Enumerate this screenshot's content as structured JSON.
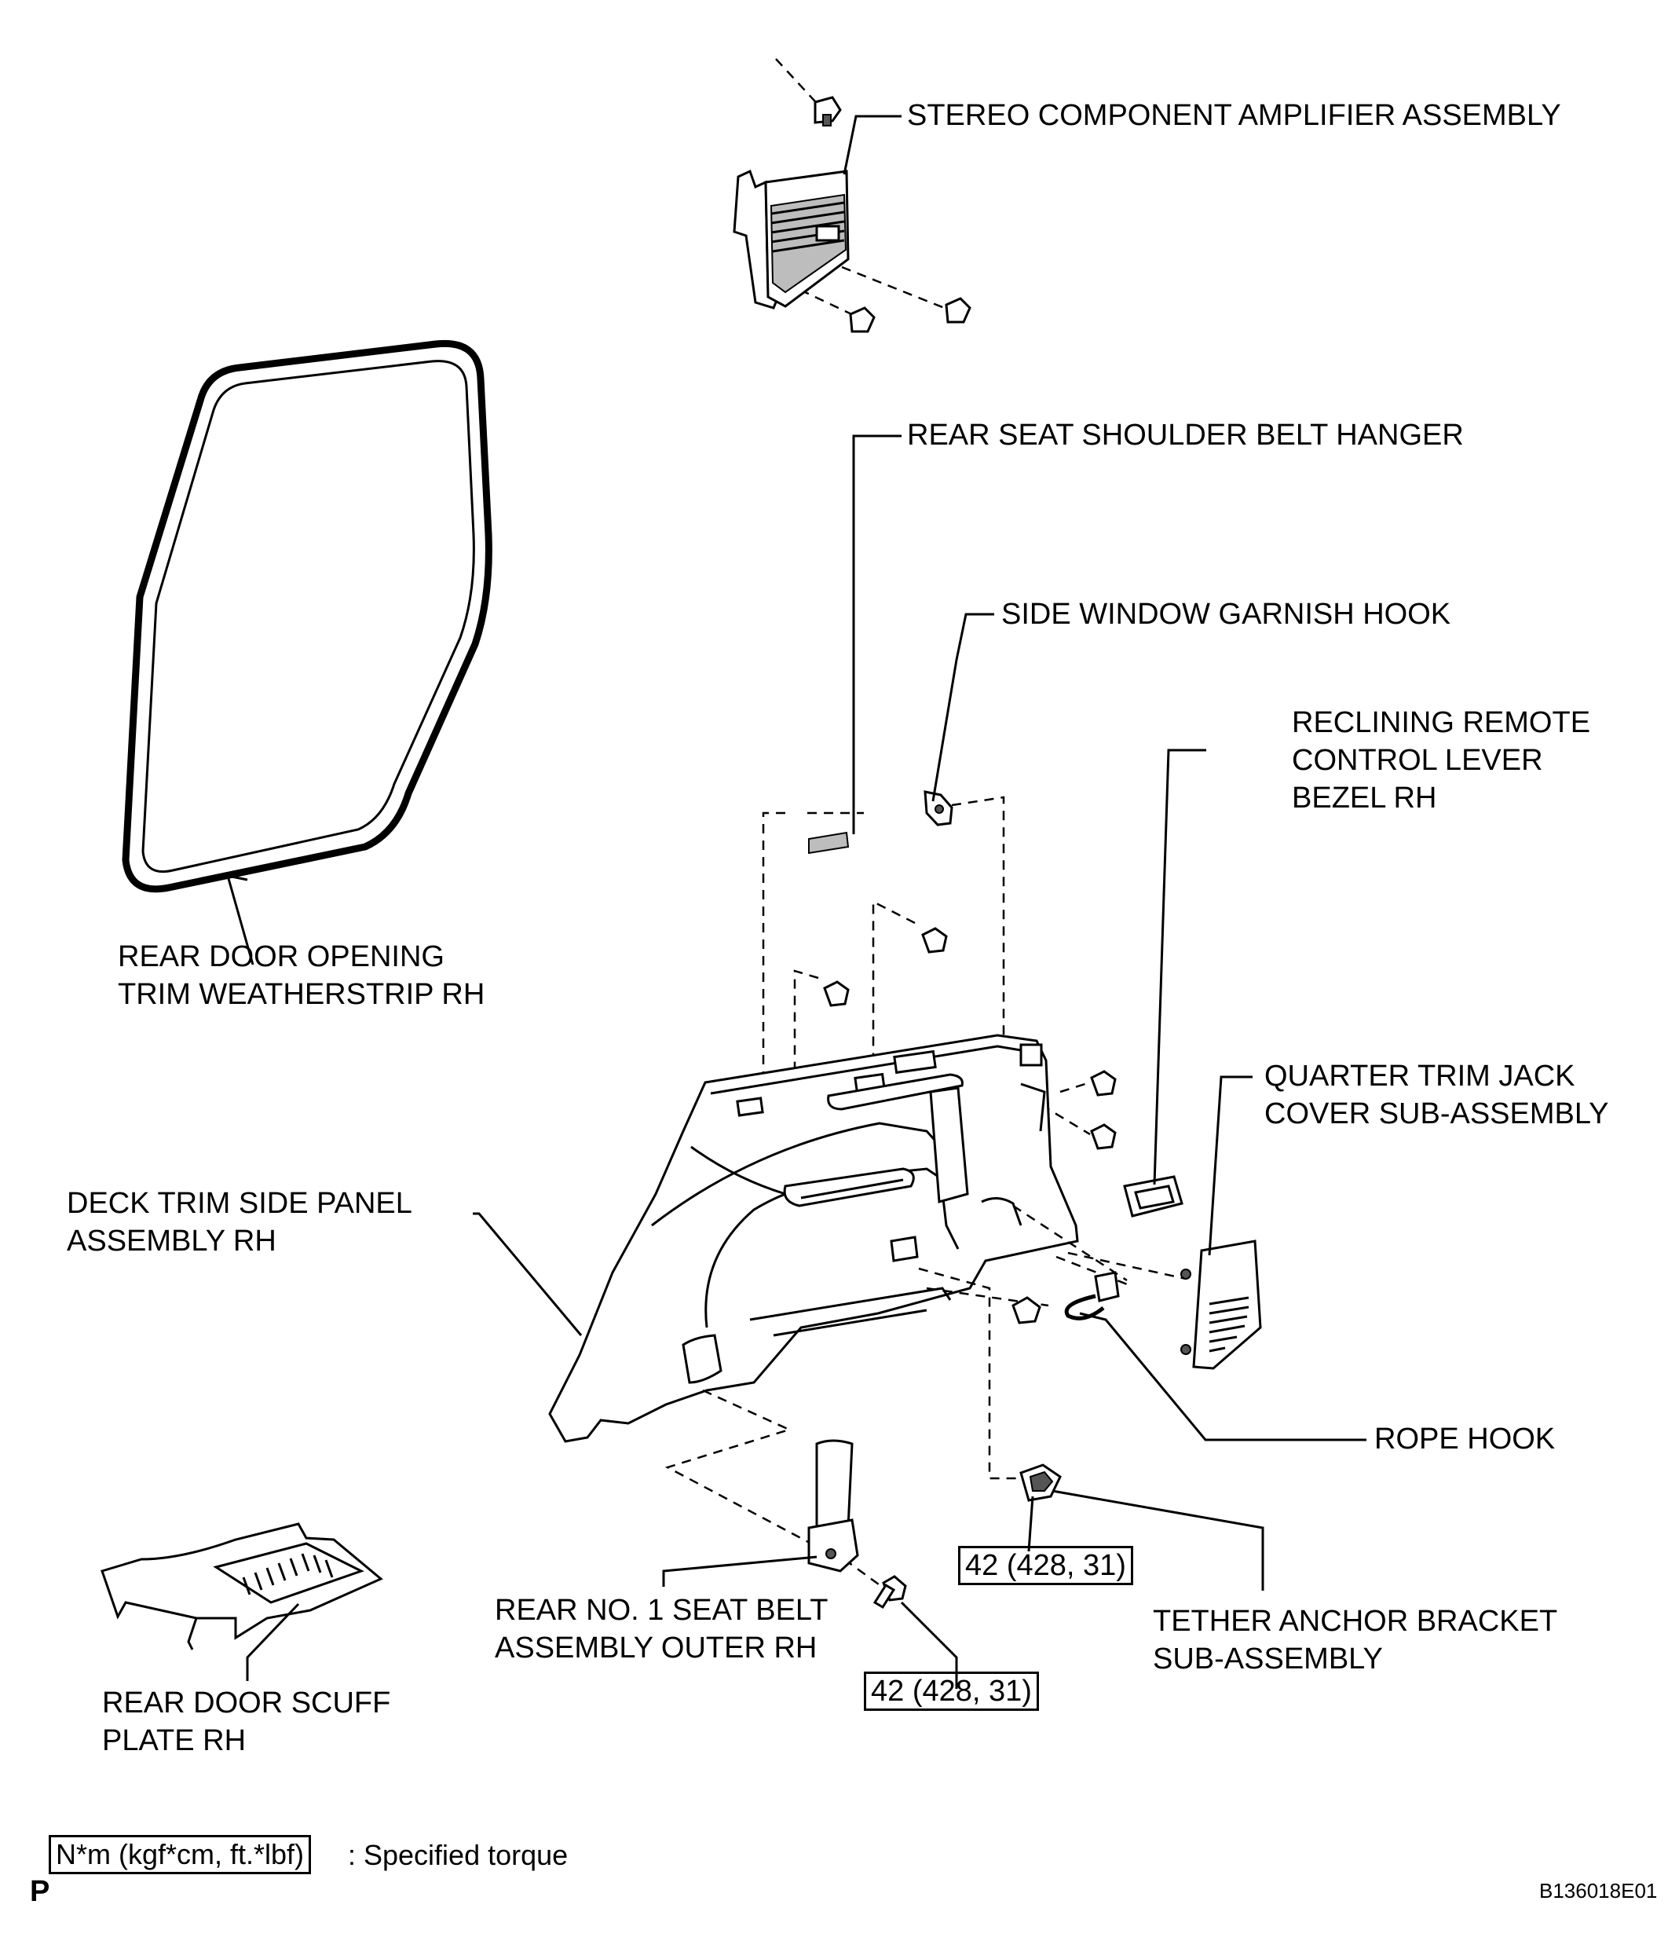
{
  "labels": {
    "amplifier": "STEREO COMPONENT AMPLIFIER ASSEMBLY",
    "belt_hanger": "REAR SEAT SHOULDER BELT HANGER",
    "garnish_hook": "SIDE WINDOW GARNISH HOOK",
    "reclining_bezel": [
      "RECLINING REMOTE",
      "CONTROL LEVER",
      "BEZEL RH"
    ],
    "weatherstrip": [
      "REAR DOOR OPENING",
      "TRIM WEATHERSTRIP RH"
    ],
    "quarter_cover": [
      "QUARTER TRIM JACK",
      "COVER SUB-ASSEMBLY"
    ],
    "deck_panel": [
      "DECK TRIM SIDE PANEL",
      "ASSEMBLY RH"
    ],
    "rope_hook": "ROPE HOOK",
    "seat_belt": [
      "REAR NO. 1 SEAT BELT",
      "ASSEMBLY OUTER RH"
    ],
    "tether_bracket": [
      "TETHER ANCHOR BRACKET",
      "SUB-ASSEMBLY"
    ],
    "scuff_plate": [
      "REAR DOOR SCUFF",
      "PLATE RH"
    ]
  },
  "torques": {
    "tether": "42 (428, 31)",
    "seat_belt": "42 (428, 31)"
  },
  "legend": {
    "unit": "N*m (kgf*cm, ft.*lbf)",
    "text": ": Specified torque"
  },
  "footer": {
    "left_mark": "P",
    "figure_id": "B136018E01"
  }
}
